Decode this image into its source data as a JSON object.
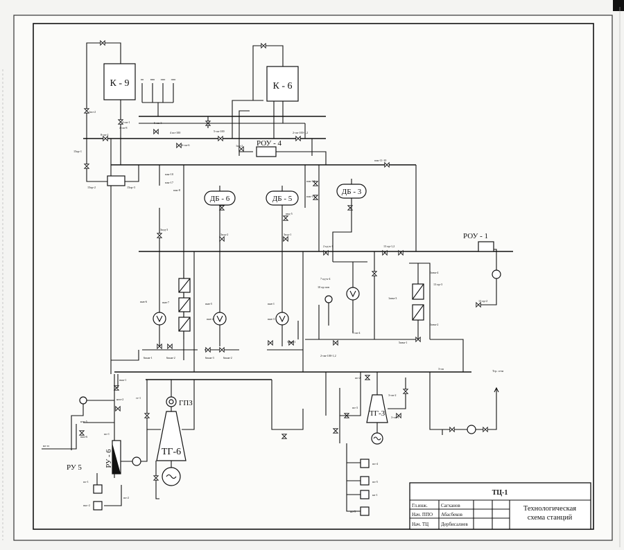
{
  "units": {
    "boiler_k9": "К - 9",
    "boiler_k6": "К - 6",
    "rou4": "РОУ - 4",
    "rou1": "РОУ - 1",
    "db6": "ДБ - 6",
    "db5": "ДБ - 5",
    "db3": "ДБ - 3",
    "tg6": "ТГ-6",
    "tg3": "ТГ-3",
    "gpz": "ГПЗ",
    "ru5": "РУ 5",
    "ru6": "РУ - 6"
  },
  "valve_labels": [
    "1пп-2",
    "4-пп-1",
    "8-пп-2",
    "6-пп-3",
    "4-пп-8",
    "4 пп-100",
    "6-пп-6",
    "5-пп-100",
    "1пп-2",
    "2-пп-100-1,2",
    "15пр-1",
    "15пр-2",
    "15пр-3",
    "пан-10",
    "пан-11-10",
    "пан-17",
    "пан-8",
    "пан-13",
    "пан-14",
    "пвд-5",
    "3кзд-2",
    "3кзд-3",
    "3кзд-1",
    "13 пр-1,2",
    "1пвм-4",
    "13 пр-3",
    "1пвм-3",
    "1пвм-2",
    "5пвм-1",
    "13 пр-2",
    "пнв-6",
    "пнв-7",
    "пнв-5",
    "пнв-1",
    "пнв-2",
    "пнв-3",
    "5пвм-1",
    "6пнм-1",
    "6пнм-2",
    "6пнм-3",
    "6пнм-2",
    "2 пд-к-1",
    "7 пд-к-4",
    "10 пр пов",
    "9-пп-4",
    "2-пм-100-1,2",
    "3-пп",
    "пнн-1",
    "нпп-2",
    "тт-1",
    "нтп-5",
    "пнп-6",
    "пп-1",
    "3-пп-2",
    "3-пп-1",
    "Тгр. сети",
    "пп-2",
    "пп-3",
    "пп-4",
    "пп-5",
    "кп-1",
    "нп-5",
    "по-1",
    "пнс-2",
    "пп-2"
  ],
  "side_labels": {
    "top_valves": [
      "пп",
      "ввп",
      "ппп",
      "ппп"
    ],
    "left_exit": "на эл"
  },
  "title_block": {
    "code": "ТЦ-1",
    "rows": [
      {
        "role": "Гл.инж.",
        "name": "Сагханов"
      },
      {
        "role": "Нач. ППО",
        "name": "Абасбеков"
      },
      {
        "role": "Нач. ТЦ",
        "name": "Дербисалиев"
      }
    ],
    "title_line1": "Технологическая",
    "title_line2": "схема станций"
  }
}
